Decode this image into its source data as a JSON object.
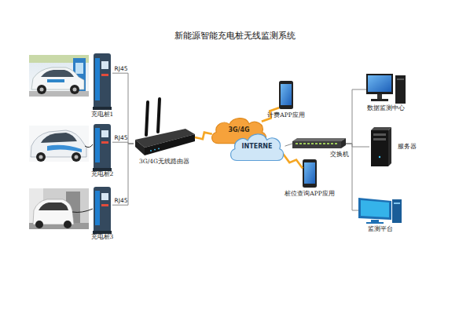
{
  "diagram": {
    "title": "新能源智能充电桩无线监测系统",
    "nodes": [
      {
        "text": [
          "充电桩1"
        ]
      },
      {
        "text": [
          "充电桩2"
        ]
      },
      {
        "text": [
          "充电桩3"
        ]
      },
      {
        "text": [
          "3G/4G无线路由器"
        ]
      },
      {
        "text": [
          "3G/4G"
        ]
      },
      {
        "text": [
          "INTERNE"
        ]
      },
      {
        "text": [
          "计费APP应用"
        ]
      },
      {
        "text": [
          "桩位查询APP应用"
        ]
      },
      {
        "text": [
          "交换机"
        ]
      },
      {
        "text": [
          "数据监测中心"
        ]
      },
      {
        "text": [
          "服务器"
        ]
      },
      {
        "text": [
          "监测平台"
        ]
      }
    ],
    "edges": [
      {
        "from": 0,
        "to": 3,
        "label": "RJ45",
        "arrow": "none"
      },
      {
        "from": 1,
        "to": 3,
        "label": "RJ45",
        "arrow": "none"
      },
      {
        "from": 2,
        "to": 3,
        "label": "RJ45",
        "arrow": "none"
      },
      {
        "from": 3,
        "to": 4,
        "arrow": "none"
      },
      {
        "from": 4,
        "to": 6,
        "arrow": "none"
      },
      {
        "from": 5,
        "to": 7,
        "arrow": "none"
      },
      {
        "from": 5,
        "to": 8,
        "arrow": "none"
      },
      {
        "from": 8,
        "to": 9,
        "arrow": "none"
      },
      {
        "from": 8,
        "to": 10,
        "arrow": "none"
      },
      {
        "from": 8,
        "to": 11,
        "arrow": "none"
      }
    ]
  }
}
